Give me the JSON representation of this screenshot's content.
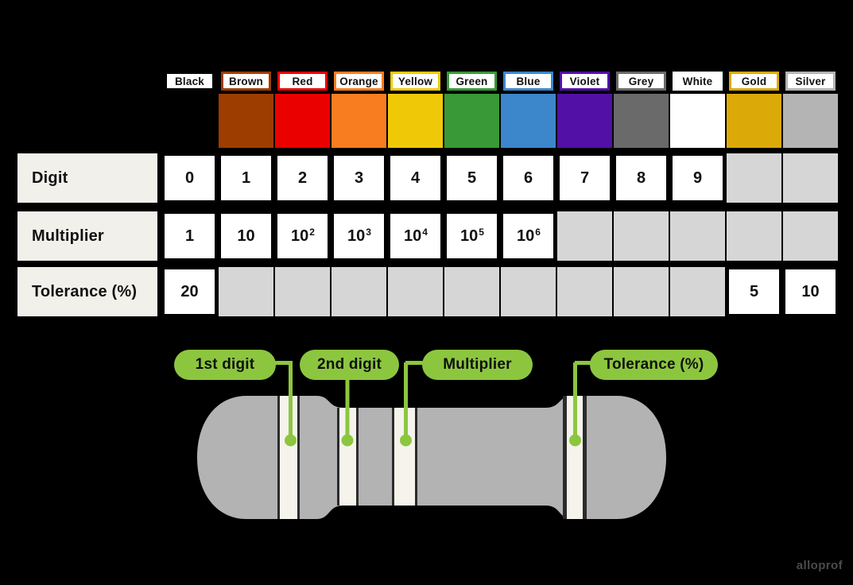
{
  "page": {
    "background": "#000000",
    "watermark": "alloprof"
  },
  "table": {
    "row_headers": [
      "Digit",
      "Multiplier",
      "Tolerance (%)"
    ],
    "header_bg": "#f2f0ea",
    "value_cell_bg": "#ffffff",
    "empty_cell_bg": "#d6d6d6",
    "text_color": "#111111"
  },
  "colors_legend": {
    "columns": [
      {
        "name": "Black",
        "hex": "#000000",
        "digit": "0",
        "multiplier": {
          "base": "1",
          "exp": null
        },
        "tolerance": "20"
      },
      {
        "name": "Brown",
        "hex": "#9e3d00",
        "digit": "1",
        "multiplier": {
          "base": "10",
          "exp": null
        },
        "tolerance": null
      },
      {
        "name": "Red",
        "hex": "#eb0000",
        "digit": "2",
        "multiplier": {
          "base": "10",
          "exp": "2"
        },
        "tolerance": null
      },
      {
        "name": "Orange",
        "hex": "#f87d20",
        "digit": "3",
        "multiplier": {
          "base": "10",
          "exp": "3"
        },
        "tolerance": null
      },
      {
        "name": "Yellow",
        "hex": "#efc908",
        "digit": "4",
        "multiplier": {
          "base": "10",
          "exp": "4"
        },
        "tolerance": null
      },
      {
        "name": "Green",
        "hex": "#399936",
        "digit": "5",
        "multiplier": {
          "base": "10",
          "exp": "5"
        },
        "tolerance": null
      },
      {
        "name": "Blue",
        "hex": "#3c86cb",
        "digit": "6",
        "multiplier": {
          "base": "10",
          "exp": "6"
        },
        "tolerance": null
      },
      {
        "name": "Violet",
        "hex": "#5210a6",
        "digit": "7",
        "multiplier": null,
        "tolerance": null
      },
      {
        "name": "Grey",
        "hex": "#6a6a6a",
        "digit": "8",
        "multiplier": null,
        "tolerance": null
      },
      {
        "name": "White",
        "hex": "#ffffff",
        "digit": "9",
        "multiplier": null,
        "tolerance": null
      },
      {
        "name": "Gold",
        "hex": "#dbaa09",
        "digit": null,
        "multiplier": null,
        "tolerance": "5"
      },
      {
        "name": "Silver",
        "hex": "#b4b4b4",
        "digit": null,
        "multiplier": null,
        "tolerance": "10"
      }
    ]
  },
  "resistor": {
    "labels": [
      {
        "text": "1st digit"
      },
      {
        "text": "2nd digit"
      },
      {
        "text": "Multiplier"
      },
      {
        "text": "Tolerance (%)"
      }
    ],
    "label_fill": "#8cc63f",
    "connector_color": "#8cc63f",
    "body_fill": "#b3b3b3",
    "band_fill": "#f5f3ec",
    "band_edge": "#2b2b2b"
  }
}
